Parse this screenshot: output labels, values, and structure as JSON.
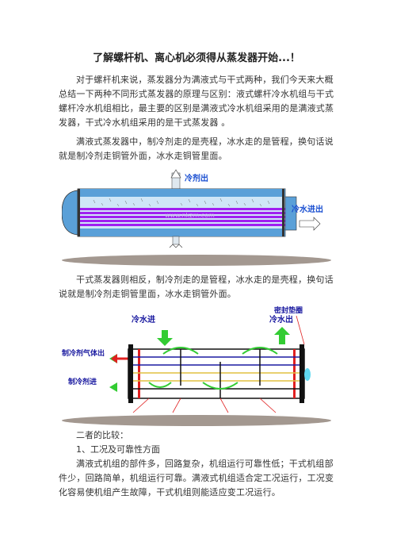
{
  "title": "了解螺杆机、离心机必须得从蒸发器开始...！",
  "paragraphs": [
    "对于螺杆机来说，蒸发器分为满液式与干式两种，我们今天来大概总结一下两种不同形式蒸发器的原理与区别：液式螺杆冷水机组与干式螺杆冷水机组相比，最主要的区别是满液式冷水机组采用的是满液式蒸发器，干式冷水机组采用的是干式蒸发器 。",
    "满液式蒸发器中，制冷剂走的是壳程，冰水走的是管程，换句话说就是制冷剂走铜管外面，冰水走铜管里面。",
    "干式蒸发器则相反，制冷剂走的是管程，冰水走的是壳程，换句话说就是制冷剂走铜管里面，冰水走铜管外面。"
  ],
  "figure1": {
    "label_top": "冷剂出",
    "label_right": "冷水进出",
    "watermark": "www.nkzm.com",
    "colors": {
      "shell": "#6aa9e0",
      "tubes": "#a020f0",
      "shadow": "#9a8f88"
    }
  },
  "figure2": {
    "label_cold_in": "冷水进",
    "label_cold_out": "冷水出",
    "label_seal": "密封垫圈",
    "label_gas_out": "制冷剂气体出",
    "label_ref_in": "制冷剂进",
    "colors": {
      "arrow": "#33cc33",
      "red": "#e02020",
      "dark": "#111111"
    }
  },
  "compare_heading": "二者的比较：",
  "section1_title": "1、工况及可靠性方面",
  "section1_text": "满液式机组的部件多，回路复杂，机组运行可靠性低；干式机组部件少，回路简单，机组运行可靠。满液式机组适合定工况运行，工况变化容易使机组产生故障，干式机组则能适应变工况运行。"
}
